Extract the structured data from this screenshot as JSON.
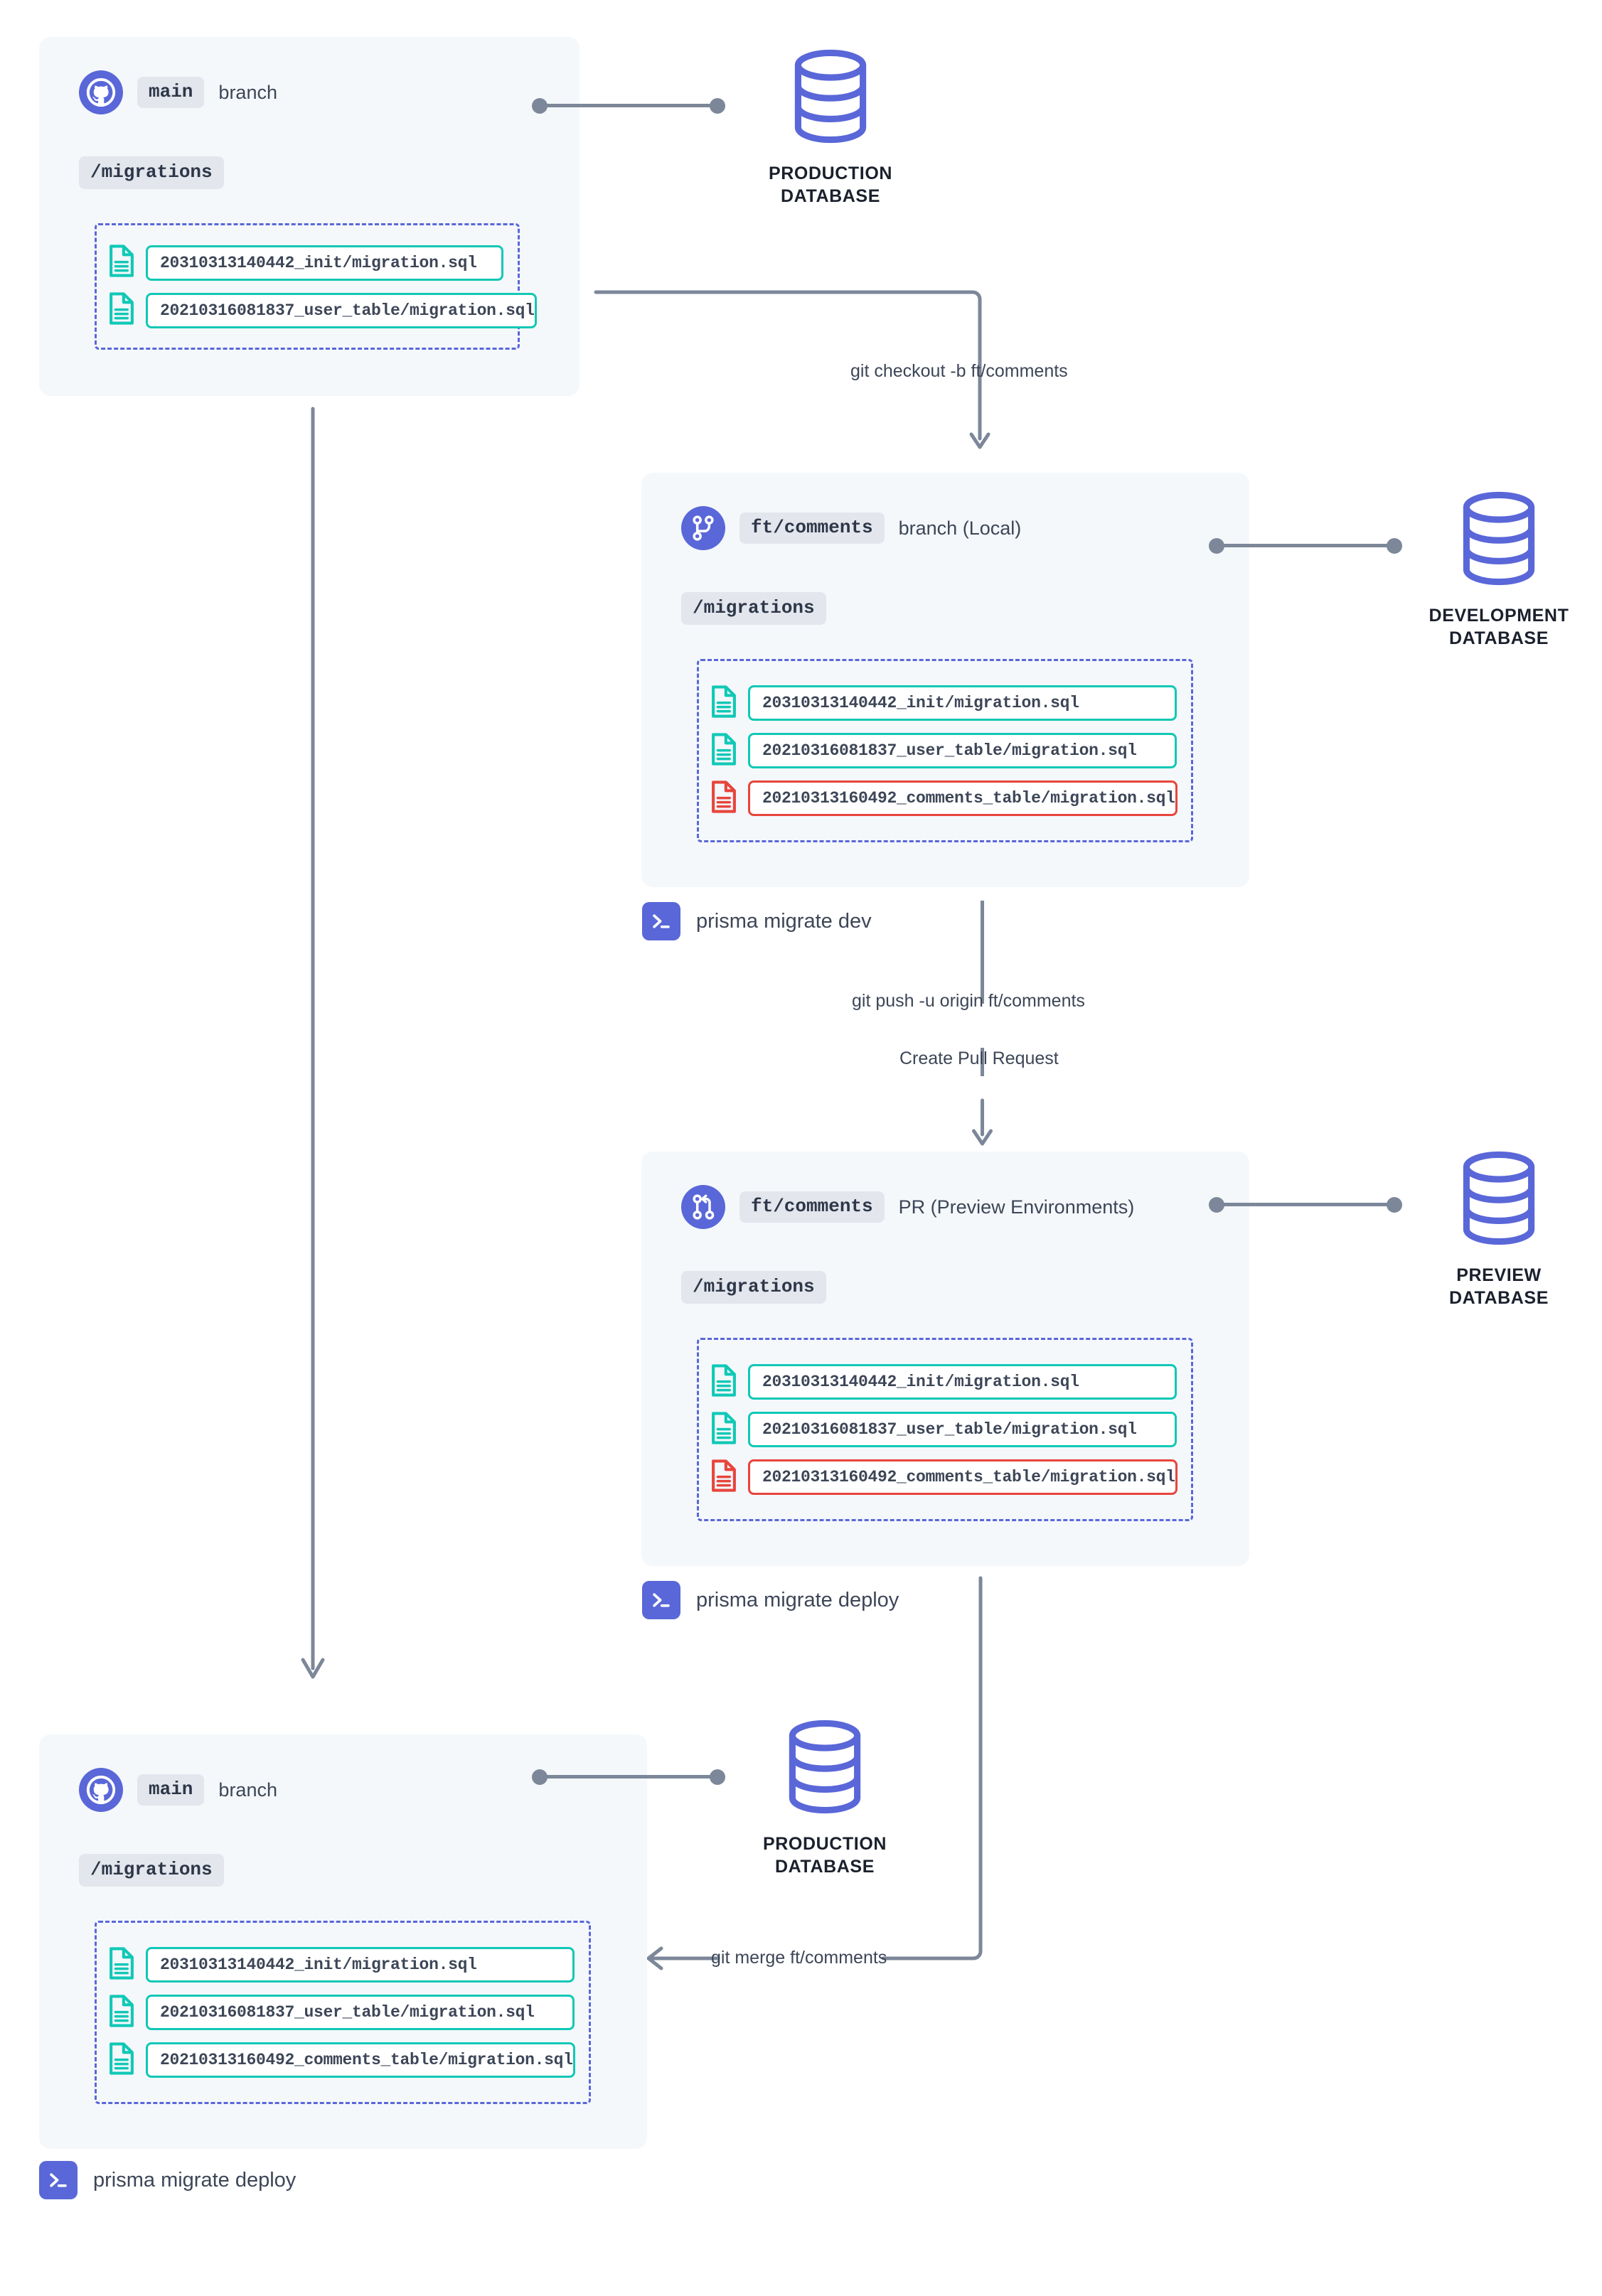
{
  "diagram": {
    "title": "Prisma Migrate workflow across Git branches and databases"
  },
  "colors": {
    "brand_indigo": "#5a67d8",
    "teal": "#11c8b6",
    "red": "#e8453c",
    "connector_gray": "#7c8799",
    "card_bg": "#f4f8fb",
    "chip_bg": "#e3e6ed",
    "text": "#3d4657"
  },
  "migration_files": {
    "init": "20310313140442_init/migration.sql",
    "user_table": "20210316081837_user_table/migration.sql",
    "comments_table": "20210313160492_comments_table/migration.sql"
  },
  "cards": {
    "main_top": {
      "icon": "github-icon",
      "branch_chip": "main",
      "branch_label": "branch",
      "dir_chip": "/migrations",
      "files": [
        {
          "name": "20310313140442_init/migration.sql",
          "state": "existing"
        },
        {
          "name": "20210316081837_user_table/migration.sql",
          "state": "existing"
        }
      ]
    },
    "ft_local": {
      "icon": "git-branch-icon",
      "branch_chip": "ft/comments",
      "branch_label": "branch (Local)",
      "dir_chip": "/migrations",
      "files": [
        {
          "name": "20310313140442_init/migration.sql",
          "state": "existing"
        },
        {
          "name": "20210316081837_user_table/migration.sql",
          "state": "existing"
        },
        {
          "name": "20210313160492_comments_table/migration.sql",
          "state": "new"
        }
      ]
    },
    "ft_pr": {
      "icon": "git-pull-request-icon",
      "branch_chip": "ft/comments",
      "branch_label": "PR (Preview Environments)",
      "dir_chip": "/migrations",
      "files": [
        {
          "name": "20310313140442_init/migration.sql",
          "state": "existing"
        },
        {
          "name": "20210316081837_user_table/migration.sql",
          "state": "existing"
        },
        {
          "name": "20210313160492_comments_table/migration.sql",
          "state": "new"
        }
      ]
    },
    "main_bottom": {
      "icon": "github-icon",
      "branch_chip": "main",
      "branch_label": "branch",
      "dir_chip": "/migrations",
      "files": [
        {
          "name": "20310313140442_init/migration.sql",
          "state": "existing"
        },
        {
          "name": "20210316081837_user_table/migration.sql",
          "state": "existing"
        },
        {
          "name": "20210313160492_comments_table/migration.sql",
          "state": "existing"
        }
      ]
    }
  },
  "databases": {
    "production_top": {
      "icon": "database-icon",
      "label": "PRODUCTION\nDATABASE"
    },
    "development": {
      "icon": "database-icon",
      "label": "DEVELOPMENT\nDATABASE"
    },
    "preview": {
      "icon": "database-icon",
      "label": "PREVIEW\nDATABASE"
    },
    "production_bottom": {
      "icon": "database-icon",
      "label": "PRODUCTION\nDATABASE"
    }
  },
  "flow_labels": {
    "checkout": "git checkout -b ft/comments",
    "push": "git push -u origin ft/comments",
    "create_pr": "Create Pull Request",
    "merge": "git merge ft/comments"
  },
  "commands": {
    "migrate_dev": {
      "icon": "terminal-icon",
      "text": "prisma migrate dev"
    },
    "migrate_deploy_pr": {
      "icon": "terminal-icon",
      "text": "prisma migrate deploy"
    },
    "migrate_deploy_main": {
      "icon": "terminal-icon",
      "text": "prisma migrate deploy"
    }
  }
}
